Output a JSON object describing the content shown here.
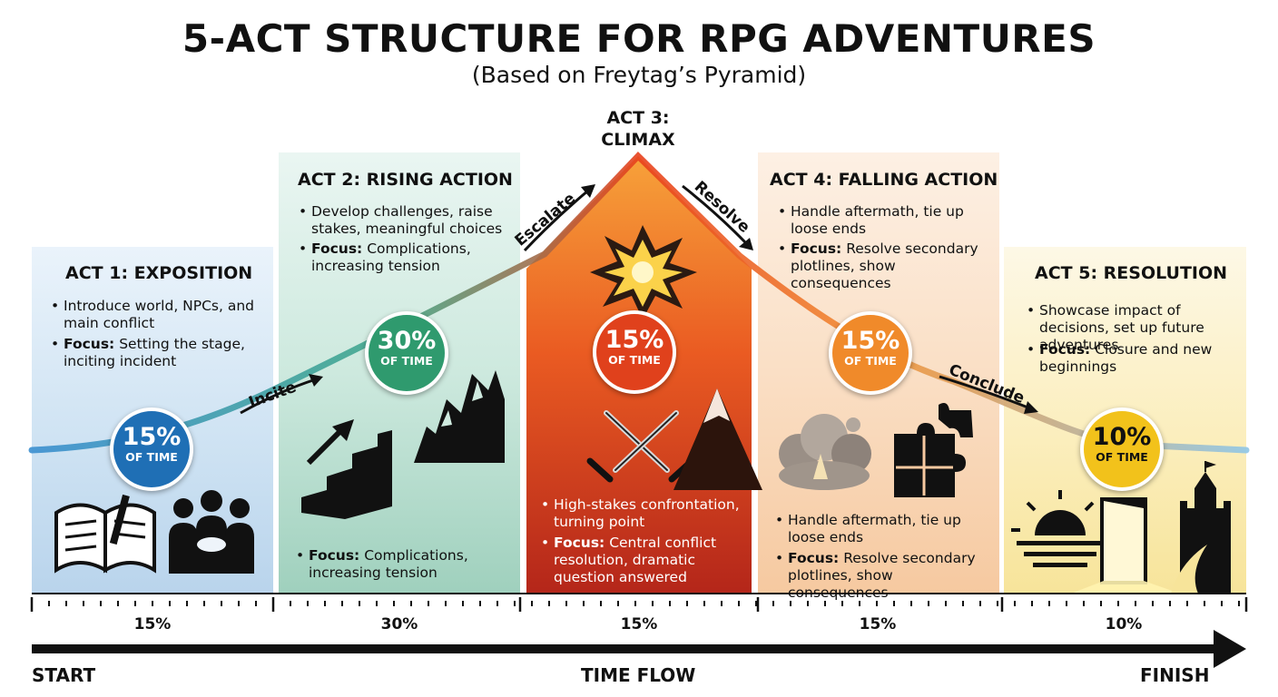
{
  "title": "5-ACT STRUCTURE FOR RPG ADVENTURES",
  "subtitle": "(Based on Freytag’s Pyramid)",
  "colors": {
    "act1": "#1f6fb5",
    "act2": "#2f9a6e",
    "act3": "#e0411c",
    "act4": "#f08a2a",
    "act5": "#f2c21b"
  },
  "acts": [
    {
      "title": "ACT 1: EXPOSITION",
      "bullets": [
        {
          "text": "Introduce world, NPCs, and main conflict"
        },
        {
          "bold": "Focus:",
          "text": " Setting the stage, inciting incident"
        }
      ],
      "percent": "15%",
      "circle_label": "OF TIME",
      "icons": [
        "open-book-icon",
        "handshake-group-icon"
      ]
    },
    {
      "title": "ACT 2: RISING ACTION",
      "bullets": [
        {
          "text": "Develop challenges, raise stakes, meaningful choices"
        },
        {
          "bold": "Focus:",
          "text": " Complications, increasing tension"
        }
      ],
      "bottom_bullet": {
        "bold": "Focus:",
        "text": " Complications, increasing tension"
      },
      "percent": "30%",
      "circle_label": "OF TIME",
      "icons": [
        "rising-stairs-icon",
        "rocky-peaks-icon"
      ]
    },
    {
      "title": "ACT 3:",
      "title2": "CLIMAX",
      "bullets": [
        {
          "text": "High-stakes confrontation, turning point"
        },
        {
          "bold": "Focus:",
          "text": " Central conflict resolution, dramatic question answered"
        }
      ],
      "percent": "15%",
      "circle_label": "OF TIME",
      "icons": [
        "explosion-icon",
        "crossed-swords-icon",
        "mountain-icon"
      ]
    },
    {
      "title": "ACT 4: FALLING ACTION",
      "bullets": [
        {
          "text": "Handle aftermath, tie up loose ends"
        },
        {
          "bold": "Focus:",
          "text": " Resolve secondary plotlines, show consequences"
        }
      ],
      "bottom_bullets": [
        {
          "text": "Handle aftermath, tie up loose ends"
        },
        {
          "bold": "Focus:",
          "text": " Resolve secondary plotlines, show consequences"
        }
      ],
      "percent": "15%",
      "circle_label": "OF TIME",
      "icons": [
        "dust-cloud-icon",
        "puzzle-icon"
      ]
    },
    {
      "title": "ACT 5: RESOLUTION",
      "bullets": [
        {
          "text": "Showcase impact of decisions, set up future adventures"
        },
        {
          "bold": "Focus:",
          "text": " Closure and new beginnings"
        }
      ],
      "percent": "10%",
      "circle_label": "OF TIME",
      "icons": [
        "sunrise-icon",
        "open-door-icon",
        "castle-icon"
      ]
    }
  ],
  "transitions": [
    "Incite",
    "Escalate",
    "Resolve",
    "Conclude"
  ],
  "timeline": {
    "labels": [
      "15%",
      "30%",
      "15%",
      "15%",
      "10%"
    ],
    "start": "START",
    "middle": "TIME FLOW",
    "finish": "FINISH"
  }
}
